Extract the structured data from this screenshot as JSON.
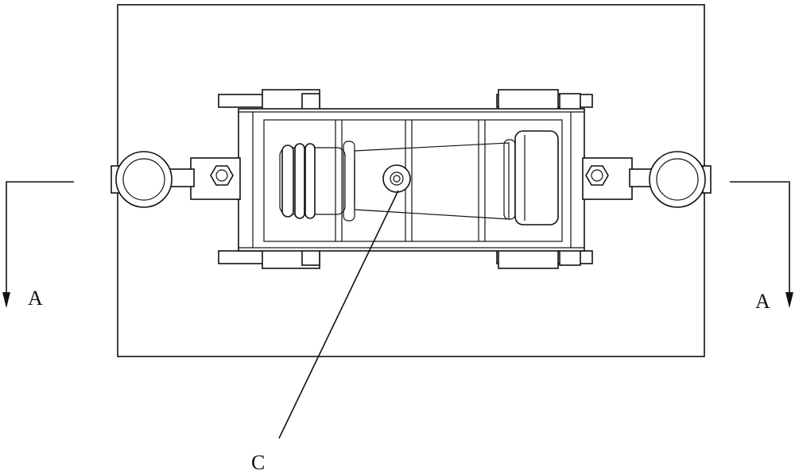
{
  "labels": {
    "section_left": "A",
    "section_right": "A",
    "detail": "C"
  },
  "colors": {
    "line": "#111111",
    "background": "#ffffff"
  }
}
